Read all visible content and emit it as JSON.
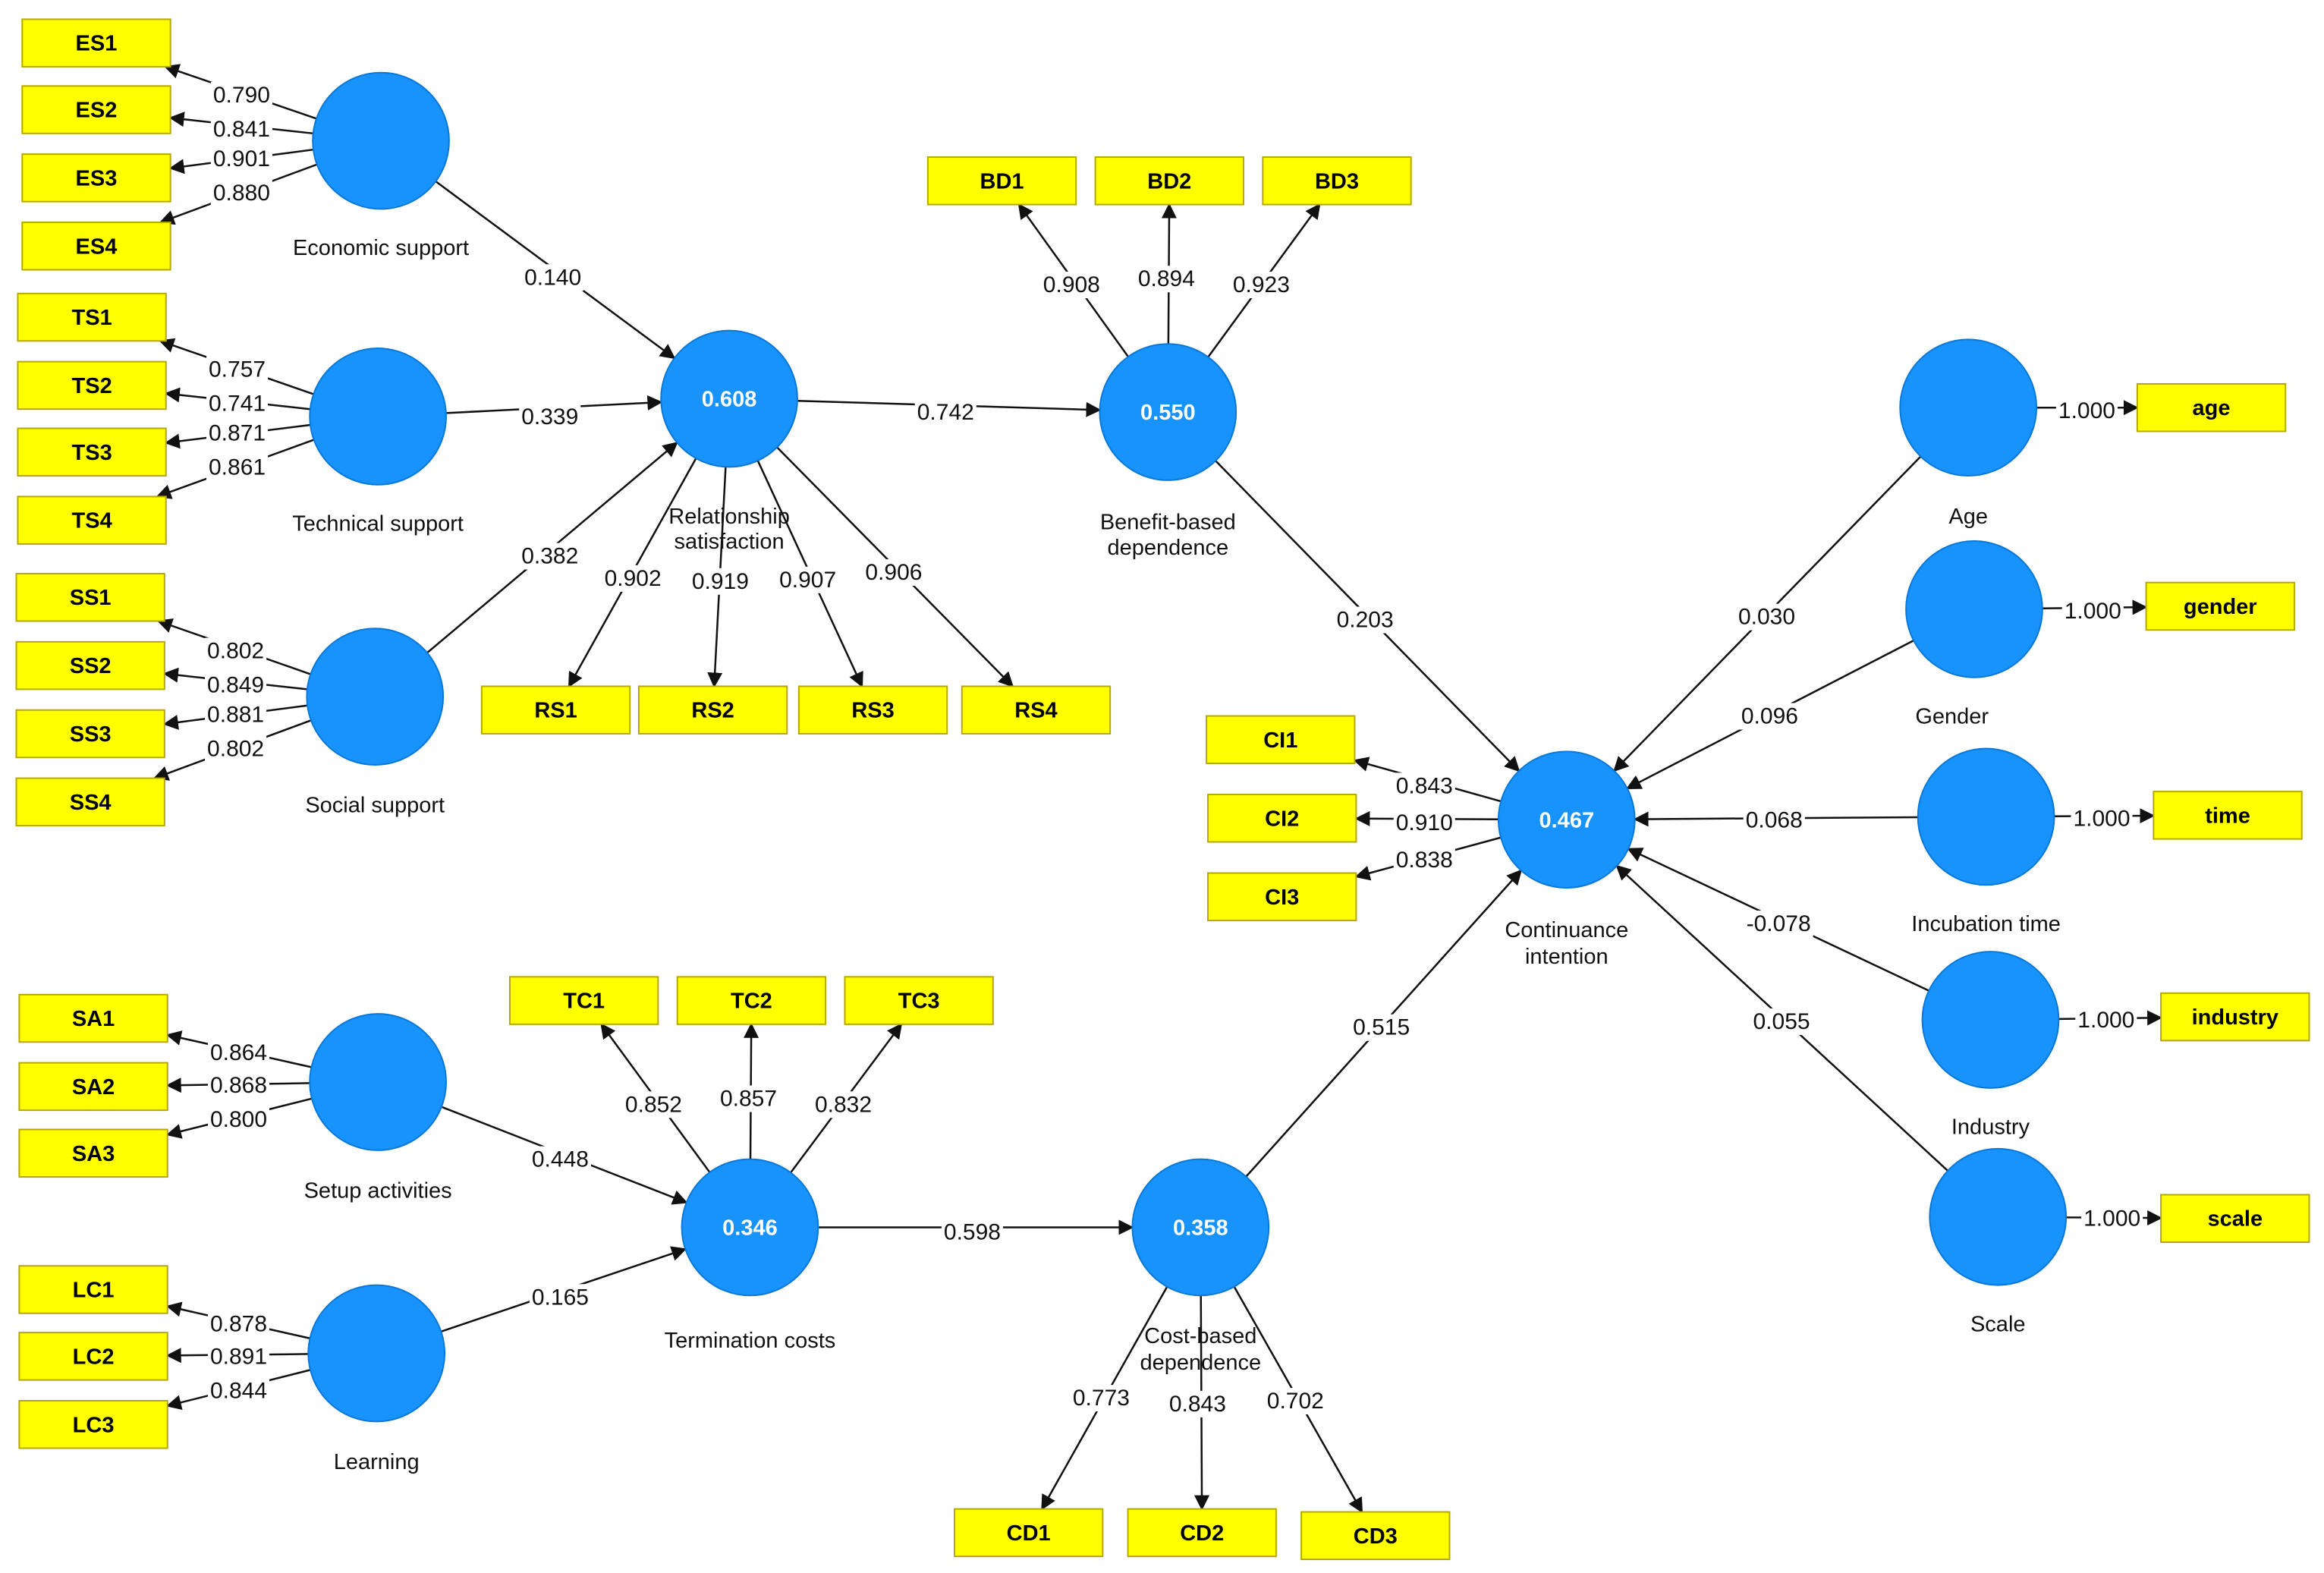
{
  "colors": {
    "construct": "#1793fb",
    "indicator": "#ffff00",
    "edge": "#111111"
  },
  "indicators": {
    "ES1": "ES1",
    "ES2": "ES2",
    "ES3": "ES3",
    "ES4": "ES4",
    "TS1": "TS1",
    "TS2": "TS2",
    "TS3": "TS3",
    "TS4": "TS4",
    "SS1": "SS1",
    "SS2": "SS2",
    "SS3": "SS3",
    "SS4": "SS4",
    "SA1": "SA1",
    "SA2": "SA2",
    "SA3": "SA3",
    "LC1": "LC1",
    "LC2": "LC2",
    "LC3": "LC3",
    "BD1": "BD1",
    "BD2": "BD2",
    "BD3": "BD3",
    "RS1": "RS1",
    "RS2": "RS2",
    "RS3": "RS3",
    "RS4": "RS4",
    "TC1": "TC1",
    "TC2": "TC2",
    "TC3": "TC3",
    "CD1": "CD1",
    "CD2": "CD2",
    "CD3": "CD3",
    "CI1": "CI1",
    "CI2": "CI2",
    "CI3": "CI3",
    "age": "age",
    "gender": "gender",
    "time": "time",
    "industry": "industry",
    "scale": "scale"
  },
  "constructs": {
    "ES": {
      "label": "Economic support",
      "r2": ""
    },
    "TS": {
      "label": "Technical support",
      "r2": ""
    },
    "SS": {
      "label": "Social support",
      "r2": ""
    },
    "SA": {
      "label": "Setup activities",
      "r2": ""
    },
    "LC": {
      "label": "Learning",
      "r2": ""
    },
    "RS": {
      "label1": "Relationship",
      "label2": "satisfaction",
      "r2": "0.608"
    },
    "BD": {
      "label1": "Benefit-based",
      "label2": "dependence",
      "r2": "0.550"
    },
    "TC": {
      "label": "Termination costs",
      "r2": "0.346"
    },
    "CD": {
      "label1": "Cost-based",
      "label2": "dependence",
      "r2": "0.358"
    },
    "CI": {
      "label1": "Continuance",
      "label2": "intention",
      "r2": "0.467"
    },
    "AGE": {
      "label": "Age",
      "r2": ""
    },
    "GEN": {
      "label": "Gender",
      "r2": ""
    },
    "TIME": {
      "label": "Incubation time",
      "r2": ""
    },
    "IND": {
      "label": "Industry",
      "r2": ""
    },
    "SCA": {
      "label": "Scale",
      "r2": ""
    }
  },
  "loadings": {
    "ES1": "0.790",
    "ES2": "0.841",
    "ES3": "0.901",
    "ES4": "0.880",
    "TS1": "0.757",
    "TS2": "0.741",
    "TS3": "0.871",
    "TS4": "0.861",
    "SS1": "0.802",
    "SS2": "0.849",
    "SS3": "0.881",
    "SS4": "0.802",
    "SA1": "0.864",
    "SA2": "0.868",
    "SA3": "0.800",
    "LC1": "0.878",
    "LC2": "0.891",
    "LC3": "0.844",
    "BD1": "0.908",
    "BD2": "0.894",
    "BD3": "0.923",
    "RS1": "0.902",
    "RS2": "0.919",
    "RS3": "0.907",
    "RS4": "0.906",
    "TC1": "0.852",
    "TC2": "0.857",
    "TC3": "0.832",
    "CD1": "0.773",
    "CD2": "0.843",
    "CD3": "0.702",
    "CI1": "0.843",
    "CI2": "0.910",
    "CI3": "0.838",
    "age": "1.000",
    "gender": "1.000",
    "time": "1.000",
    "industry": "1.000",
    "scale": "1.000"
  },
  "paths": {
    "ES_RS": "0.140",
    "TS_RS": "0.339",
    "SS_RS": "0.382",
    "RS_BD": "0.742",
    "BD_CI": "0.203",
    "SA_TC": "0.448",
    "LC_TC": "0.165",
    "TC_CD": "0.598",
    "CD_CI": "0.515",
    "AGE_CI": "0.030",
    "GEN_CI": "0.096",
    "TIME_CI": "0.068",
    "IND_CI": "-0.078",
    "SCA_CI": "0.055"
  }
}
